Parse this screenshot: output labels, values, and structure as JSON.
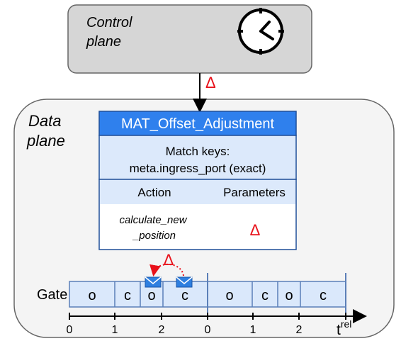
{
  "control_plane": {
    "line1": "Control",
    "line2": "plane",
    "icon": "clock-icon"
  },
  "delta": "Δ",
  "data_plane": {
    "line1": "Data",
    "line2": "plane"
  },
  "table": {
    "name": "MAT_Offset_Adjustment",
    "match_label": "Match keys:",
    "match_key": "meta.ingress_port (exact)",
    "action_header": "Action",
    "params_header": "Parameters",
    "action_line1": "calculate_new",
    "action_line2": "_position",
    "param_value": "Δ"
  },
  "gate": {
    "label": "Gate",
    "cells": [
      "o",
      "c",
      "o",
      "c",
      "o",
      "c",
      "o",
      "c"
    ]
  },
  "axis": {
    "ticks": [
      "0",
      "1",
      "2",
      "0",
      "1",
      "2"
    ],
    "label_base": "t",
    "label_sup": "rel"
  },
  "colors": {
    "table_header": "#2f80ed",
    "table_body": "#dce9fb",
    "gate_fill": "#dae8fb",
    "gate_stroke": "#5b7fb8",
    "delta": "#e8111a",
    "control_fill": "#d6d6d6",
    "data_fill": "#f4f4f4",
    "envelope": "#2e7fe0"
  }
}
